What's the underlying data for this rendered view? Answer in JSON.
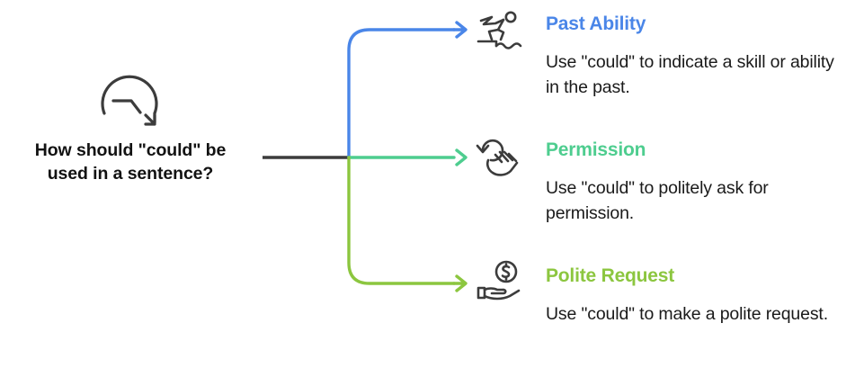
{
  "diagram": {
    "type": "mind-map",
    "background_color": "#ffffff",
    "trunk_color": "#3c3c3c",
    "root": {
      "label": "How should \"could\" be used in a sentence?",
      "label_line_1": "How should \"could\" be",
      "label_line_2": "used in a sentence?",
      "icon": "rewind-time-clock-icon",
      "text_color": "#121212"
    },
    "branches": [
      {
        "title": "Past Ability",
        "body": "Use \"could\" to indicate a skill or ability in the past.",
        "color": "#4a86e8",
        "icon": "person-diving-into-water-icon",
        "direction": "up"
      },
      {
        "title": "Permission",
        "body": "Use \"could\" to politely ask for permission.",
        "color": "#4ecd8f",
        "icon": "hand-gesture-rotate-icon",
        "direction": "straight"
      },
      {
        "title": "Polite Request",
        "body": "Use \"could\" to make a polite request.",
        "color": "#8cc63f",
        "icon": "hand-holding-dollar-coin-icon",
        "direction": "down"
      }
    ]
  }
}
